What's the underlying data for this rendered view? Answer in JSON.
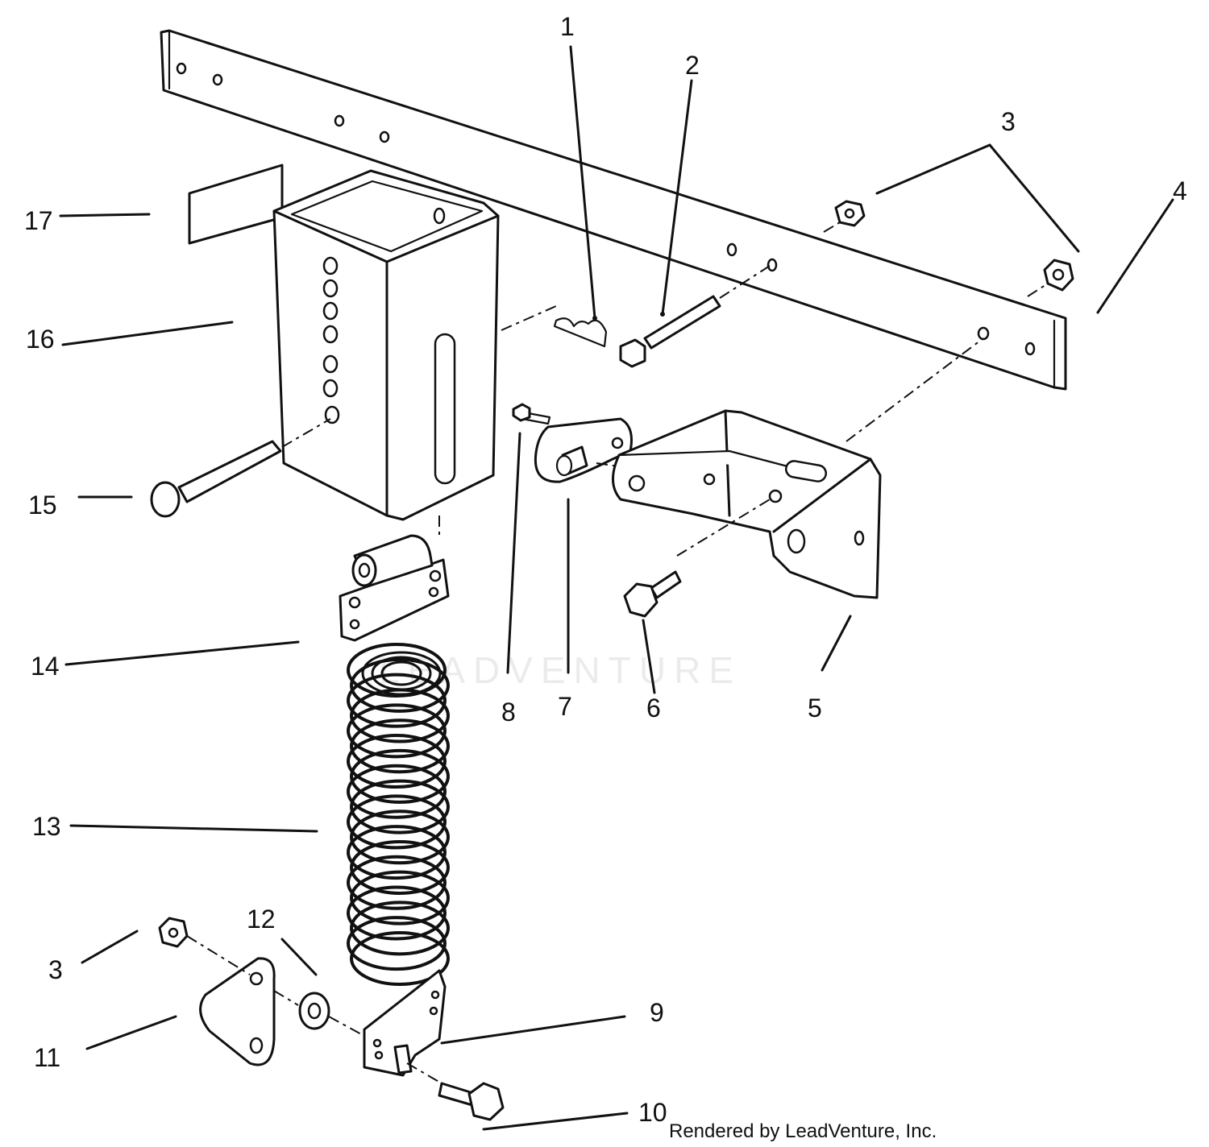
{
  "diagram": {
    "callouts": [
      "1",
      "2",
      "3",
      "4",
      "5",
      "6",
      "7",
      "8",
      "9",
      "10",
      "11",
      "12",
      "13",
      "14",
      "15",
      "16",
      "17"
    ],
    "callout_3_lower": "3",
    "credit": "Rendered by LeadVenture, Inc.",
    "watermark": "LEADVENTURE"
  }
}
